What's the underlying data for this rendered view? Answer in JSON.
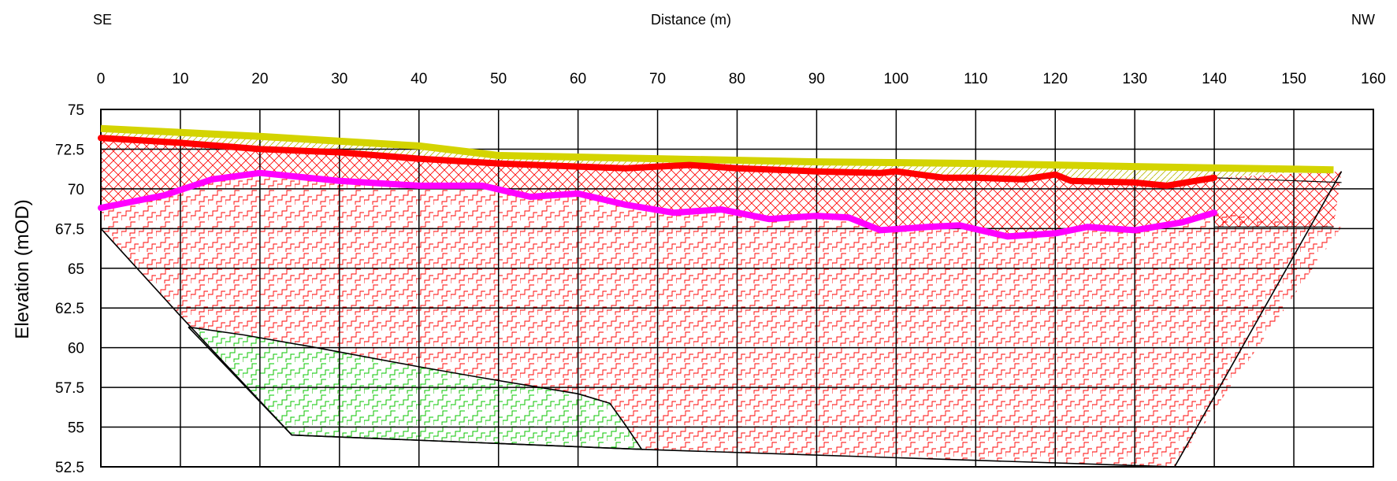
{
  "chart_data": {
    "type": "area",
    "title": "",
    "subtitle": "",
    "xlabel": "Distance (m)",
    "ylabel": "Elevation (mOD)",
    "direction_left": "SE",
    "direction_right": "NW",
    "xlim": [
      0,
      160
    ],
    "ylim": [
      52.5,
      75
    ],
    "x_ticks": [
      "0",
      "10",
      "20",
      "30",
      "40",
      "50",
      "60",
      "70",
      "80",
      "90",
      "100",
      "110",
      "120",
      "130",
      "140",
      "150",
      "160"
    ],
    "y_ticks": [
      "75",
      "72.5",
      "70",
      "67.5",
      "65",
      "62.5",
      "60",
      "57.5",
      "55",
      "52.5"
    ],
    "grid": true,
    "legend": "none",
    "colors": {
      "ground_surface": "#d4d400",
      "red_line": "#ff0000",
      "magenta_line": "#ff00ff",
      "upper_hatch": "#ff0000",
      "main_hatch": "#ff0000",
      "green_hatch": "#00cc00",
      "outline": "#000000",
      "grid": "#000000"
    },
    "series": [
      {
        "role": "ground-surface",
        "x": [
          0,
          20,
          40,
          50,
          70,
          90,
          110,
          130,
          155
        ],
        "y": [
          73.8,
          73.3,
          72.7,
          72.1,
          71.9,
          71.7,
          71.6,
          71.4,
          71.2
        ]
      },
      {
        "role": "red-line",
        "x": [
          0,
          10,
          20,
          30,
          40,
          50,
          60,
          66,
          70,
          74,
          80,
          90,
          98,
          100,
          106,
          110,
          116,
          120,
          122,
          130,
          134,
          140
        ],
        "y": [
          73.2,
          72.9,
          72.5,
          72.3,
          71.9,
          71.6,
          71.4,
          71.3,
          71.4,
          71.5,
          71.3,
          71.1,
          71.0,
          71.1,
          70.7,
          70.7,
          70.6,
          70.9,
          70.5,
          70.4,
          70.2,
          70.7
        ]
      },
      {
        "role": "magenta-line",
        "x": [
          0,
          8,
          14,
          20,
          30,
          40,
          48,
          54,
          60,
          66,
          72,
          78,
          84,
          90,
          94,
          98,
          104,
          108,
          114,
          120,
          124,
          130,
          136,
          140
        ],
        "y": [
          68.8,
          69.6,
          70.6,
          71.0,
          70.5,
          70.2,
          70.2,
          69.5,
          69.7,
          69.0,
          68.5,
          68.7,
          68.1,
          68.3,
          68.2,
          67.4,
          67.6,
          67.7,
          67.0,
          67.2,
          67.6,
          67.4,
          67.9,
          68.5
        ]
      },
      {
        "role": "lower-unit-boundary",
        "x": [
          0,
          10,
          24,
          68,
          135,
          156
        ],
        "y": [
          67.5,
          62.0,
          54.5,
          53.6,
          52.5,
          71.1
        ]
      },
      {
        "role": "green-unit-boundary",
        "x": [
          11,
          18,
          26,
          40,
          48,
          60,
          64,
          66,
          68,
          24,
          11
        ],
        "y": [
          61.3,
          60.8,
          60.1,
          58.8,
          58.1,
          57.1,
          56.5,
          55.1,
          53.6,
          54.5,
          61.3
        ]
      },
      {
        "role": "upper-unit-base",
        "x": [
          140,
          155
        ],
        "y": [
          67.6,
          67.6
        ]
      }
    ]
  }
}
